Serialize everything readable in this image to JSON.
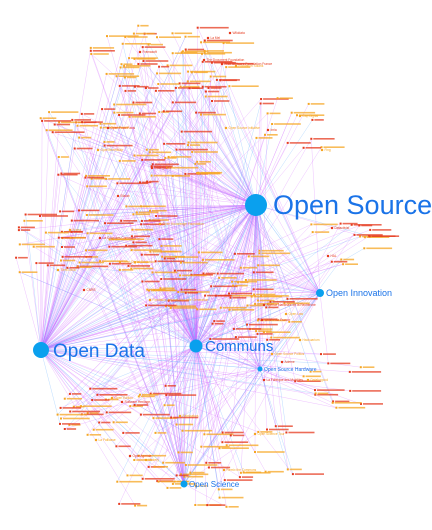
{
  "colors": {
    "hub": "#0aa0ee",
    "hub_label": "#1a73e8",
    "node_red": "#e63b1f",
    "node_orange": "#f5a623",
    "edge_pink": "#d36bff",
    "edge_blue": "#5aa9ff",
    "small_hub": "#2b7de9"
  },
  "hubs": [
    {
      "id": "open-source",
      "label": "Open Source",
      "size": "xl"
    },
    {
      "id": "open-data",
      "label": "Open Data",
      "size": "lg"
    },
    {
      "id": "communs",
      "label": "Communs",
      "size": "md"
    },
    {
      "id": "open-innovation",
      "label": "Open Innovation",
      "size": "sm"
    },
    {
      "id": "open-science",
      "label": "Open Science",
      "size": "sm"
    },
    {
      "id": "open-source-hardware",
      "label": "Open Source Hardware",
      "size": "xs"
    }
  ],
  "nodes": [
    {
      "label": "Wikidata",
      "color": "red"
    },
    {
      "label": "La Mel",
      "color": "red"
    },
    {
      "label": "The Document Foundation",
      "color": "red"
    },
    {
      "label": "Free Software Foundation France",
      "color": "red"
    },
    {
      "label": "Fondation Solaris",
      "color": "orange"
    },
    {
      "label": "Framasoft",
      "color": "red"
    },
    {
      "label": "OpenStreetMap",
      "color": "orange"
    },
    {
      "label": "Data.gouv.fr",
      "color": "red"
    },
    {
      "label": "Open Food Facts",
      "color": "red"
    },
    {
      "label": "Etalab",
      "color": "red"
    },
    {
      "label": "Open Knowledge Foundation",
      "color": "orange"
    },
    {
      "label": "La Coop des Communs",
      "color": "red"
    },
    {
      "label": "Open Digital Education",
      "color": "orange"
    },
    {
      "label": "Fondation Internet Nouvelle Generation",
      "color": "orange"
    },
    {
      "label": "Inria",
      "color": "red"
    },
    {
      "label": "Software Heritage",
      "color": "red"
    },
    {
      "label": "Open Edition",
      "color": "orange"
    },
    {
      "label": "Fabricators",
      "color": "orange"
    },
    {
      "label": "Wikimedia France",
      "color": "red"
    },
    {
      "label": "Open Law",
      "color": "orange"
    },
    {
      "label": "Agence Nationale de la Recherche",
      "color": "red"
    },
    {
      "label": "Fing",
      "color": "orange"
    },
    {
      "label": "Makery",
      "color": "orange"
    },
    {
      "label": "La Fabrique des Mobilites",
      "color": "red"
    },
    {
      "label": "Tiers Lieux",
      "color": "orange"
    },
    {
      "label": "Open Source Politics",
      "color": "orange"
    },
    {
      "label": "Hackuarium",
      "color": "orange"
    },
    {
      "label": "Datactivist",
      "color": "red"
    },
    {
      "label": "CNRS",
      "color": "red"
    },
    {
      "label": "Open Source Initiative",
      "color": "orange"
    },
    {
      "label": "Cap Digital",
      "color": "orange"
    },
    {
      "label": "Numa",
      "color": "orange"
    },
    {
      "label": "La Paillasse",
      "color": "orange"
    },
    {
      "label": "OpenAgenda",
      "color": "red"
    },
    {
      "label": "Open Science Tour",
      "color": "orange"
    },
    {
      "label": "Ademe",
      "color": "red"
    },
    {
      "label": "HAL",
      "color": "red"
    },
    {
      "label": "Dataforgood",
      "color": "orange"
    },
    {
      "label": "Vecam",
      "color": "orange"
    },
    {
      "label": "Remix the Commons",
      "color": "orange"
    }
  ]
}
